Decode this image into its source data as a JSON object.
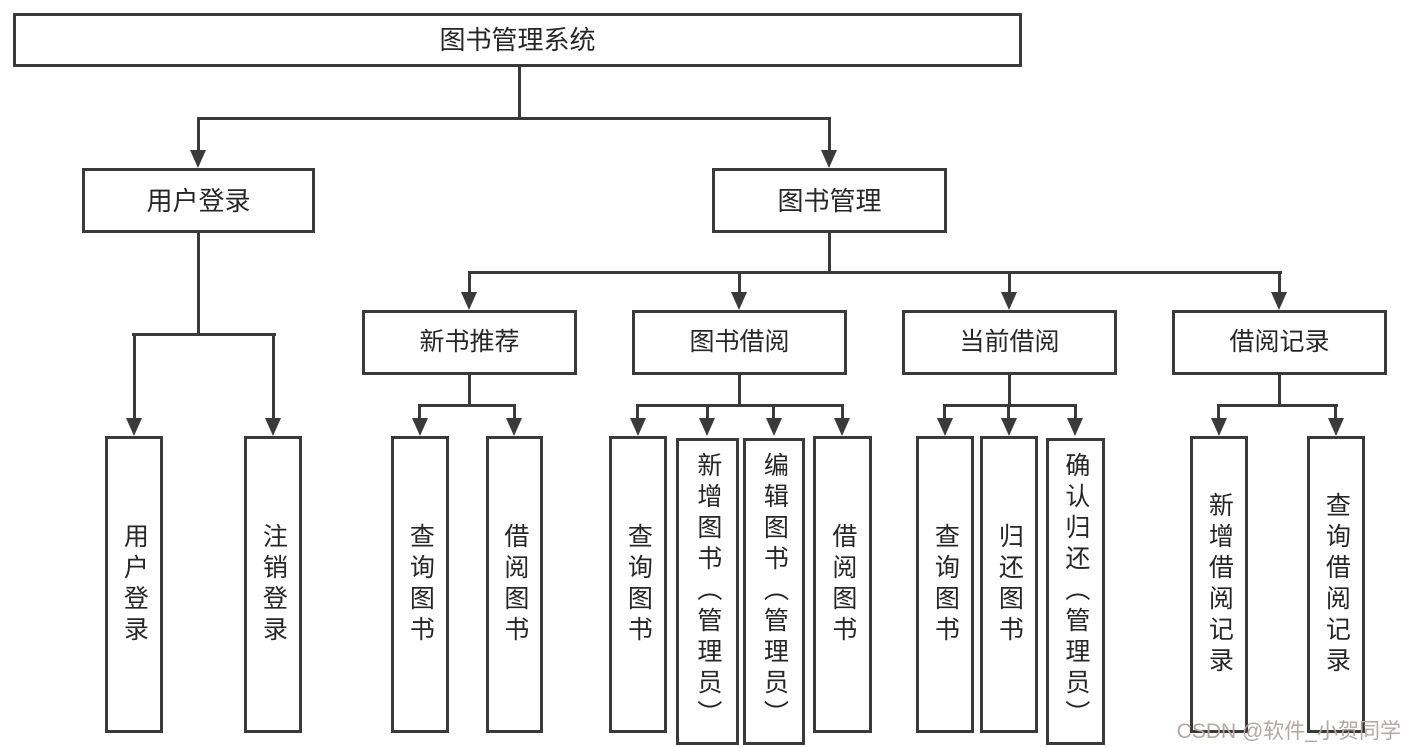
{
  "tree": {
    "root": {
      "label": "图书管理系统"
    },
    "branches": [
      {
        "label": "用户登录",
        "children": [
          {
            "label": "用户登录"
          },
          {
            "label": "注销登录"
          }
        ]
      },
      {
        "label": "图书管理",
        "children": [
          {
            "label": "新书推荐",
            "children": [
              {
                "label": "查询图书"
              },
              {
                "label": "借阅图书"
              }
            ]
          },
          {
            "label": "图书借阅",
            "children": [
              {
                "label": "查询图书"
              },
              {
                "label": "新增图书（管理员）"
              },
              {
                "label": "编辑图书（管理员）"
              },
              {
                "label": "借阅图书"
              }
            ]
          },
          {
            "label": "当前借阅",
            "children": [
              {
                "label": "查询图书"
              },
              {
                "label": "归还图书"
              },
              {
                "label": "确认归还（管理员）"
              }
            ]
          },
          {
            "label": "借阅记录",
            "children": [
              {
                "label": "新增借阅记录"
              },
              {
                "label": "查询借阅记录"
              }
            ]
          }
        ]
      }
    ]
  },
  "watermark": {
    "text": "CSDN @软件_小贺同学",
    "color": "#b3a7a7"
  },
  "colors": {
    "line": "#3a3a3a",
    "box-bg": "#ffffff",
    "text": "#262626",
    "page-bg": "#ffffff"
  }
}
